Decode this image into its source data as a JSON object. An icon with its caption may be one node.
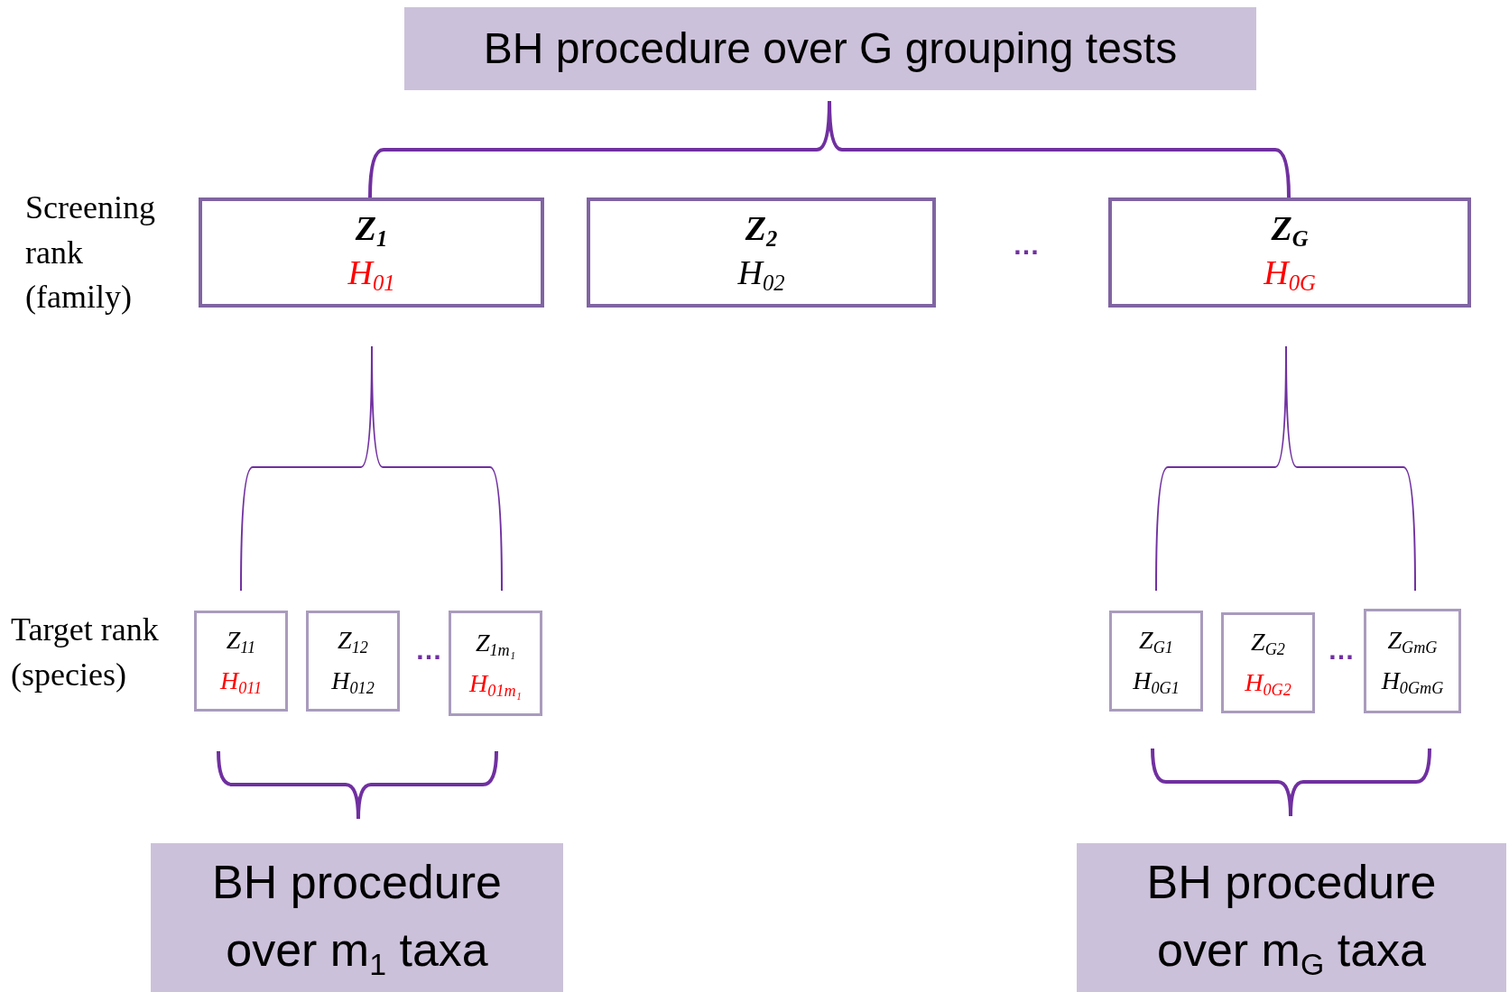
{
  "diagram": {
    "nodes": [
      {
        "text": [
          "BH procedure over G grouping tests"
        ]
      },
      {
        "text": [
          "Z$_{1}$",
          "H$_{01}$"
        ]
      },
      {
        "text": [
          "Z$_{2}$",
          "H$_{02}$"
        ]
      },
      {
        "text": [
          "Z$_{G}$",
          "H$_{0G}$"
        ]
      },
      {
        "text": [
          "Z$_{11}$",
          "H$_{011}$"
        ]
      },
      {
        "text": [
          "Z$_{12}$",
          "H$_{012}$"
        ]
      },
      {
        "text": [
          "Z$_{1m₁}$",
          "H$_{01m₁}$"
        ]
      },
      {
        "text": [
          "Z$_{G1}$",
          "H$_{0G1}$"
        ]
      },
      {
        "text": [
          "Z$_{G2}$",
          "H$_{0G2}$"
        ]
      },
      {
        "text": [
          "Z$_{GmG}$",
          "H$_{0GmG}$"
        ]
      },
      {
        "text": [
          "BH procedure over m$_{1}$ taxa"
        ]
      },
      {
        "text": [
          "BH procedure over m$_{G}$ taxa"
        ]
      }
    ],
    "edges": [],
    "labels": [
      "Screening rank (family)",
      "…",
      "Target rank (species)",
      "…",
      "…"
    ]
  }
}
